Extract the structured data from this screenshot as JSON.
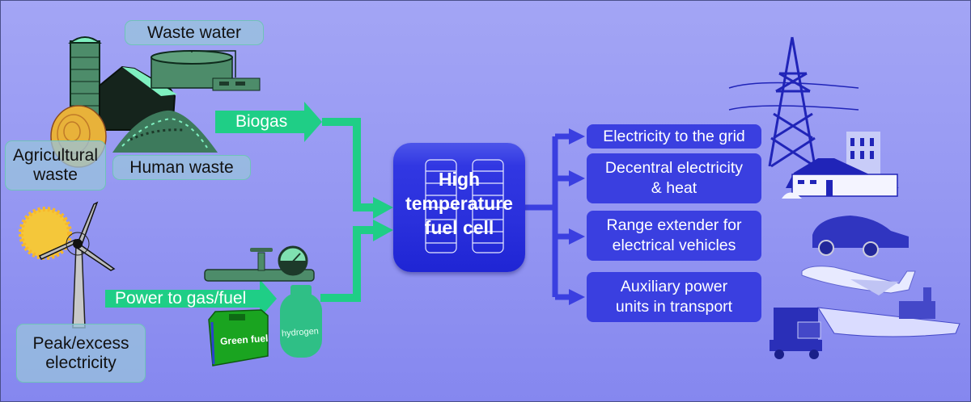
{
  "diagram": {
    "title": "High temperature fuel cell applications",
    "colors": {
      "background_top": "#a3a5f5",
      "background_bottom": "#8587ef",
      "input_flow": "#1fce86",
      "output_flow": "#3a3fe0",
      "fuel_cell": "#2a30dc",
      "source_label_bg": "#98c3dc",
      "output_label_bg": "#3a3fe0"
    },
    "sources": {
      "waste_water": "Waste water",
      "agricultural_waste": "Agricultural waste",
      "human_waste": "Human waste",
      "peak_electricity": "Peak/excess electricity"
    },
    "flows": {
      "biogas": "Biogas",
      "power_to_gas": "Power to gas/fuel"
    },
    "icons": {
      "green_fuel_label": "Green fuel",
      "hydrogen_label": "hydrogen"
    },
    "fuel_cell": {
      "line1": "High",
      "line2": "temperature",
      "line3": "fuel cell"
    },
    "outputs": [
      {
        "label": "Electricity to the grid"
      },
      {
        "label": "Decentral electricity & heat"
      },
      {
        "label": "Range extender for electrical vehicles"
      },
      {
        "label": "Auxiliary power units in transport"
      }
    ]
  }
}
